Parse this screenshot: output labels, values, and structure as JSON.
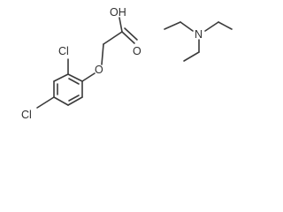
{
  "molecule_a": {
    "atoms": {
      "oh": "OH",
      "o_carbonyl": "O",
      "o_ether": "O",
      "cl_ortho": "Cl",
      "cl_para": "Cl"
    }
  },
  "molecule_b": {
    "atoms": {
      "n": "N"
    }
  }
}
